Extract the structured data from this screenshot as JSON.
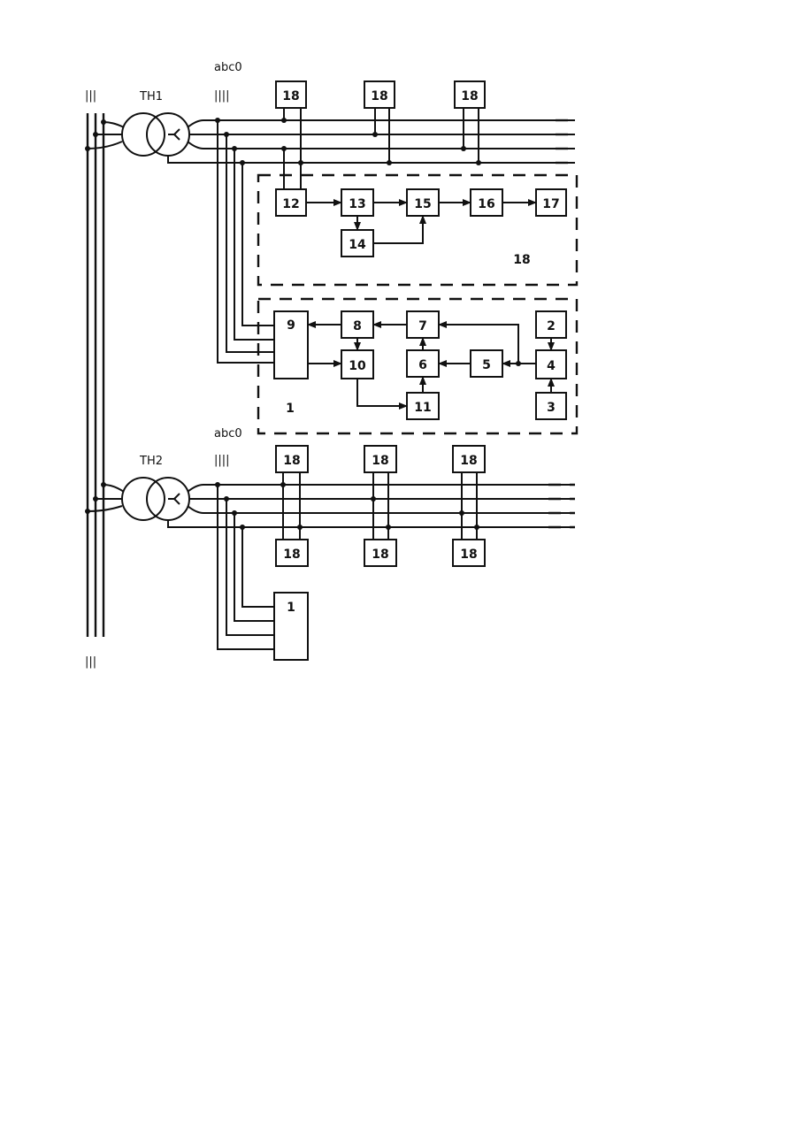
{
  "diagram": {
    "transformer_1": "TH1",
    "transformer_2": "TH2",
    "bus_label_1": "abc0",
    "bus_label_2": "abc0",
    "busbar_mark": "|||",
    "busbar_mark_bottom": "|||",
    "bus_mark": "||||",
    "bus_mark_2": "||||",
    "group_label_top": "18",
    "group_label_bottom": "1",
    "blocks": {
      "b1_top": "18",
      "b2_top": "18",
      "b3_top": "18",
      "b12": "12",
      "b13": "13",
      "b14": "14",
      "b15": "15",
      "b16": "16",
      "b17": "17",
      "b9": "9",
      "b8": "8",
      "b7": "7",
      "b2": "2",
      "b10": "10",
      "b6": "6",
      "b5": "5",
      "b4": "4",
      "b11": "11",
      "b3": "3",
      "l1_top": "18",
      "l2_top": "18",
      "l3_top": "18",
      "l1_bot": "18",
      "l2_bot": "18",
      "l3_bot": "18",
      "b1_low": "1"
    }
  }
}
